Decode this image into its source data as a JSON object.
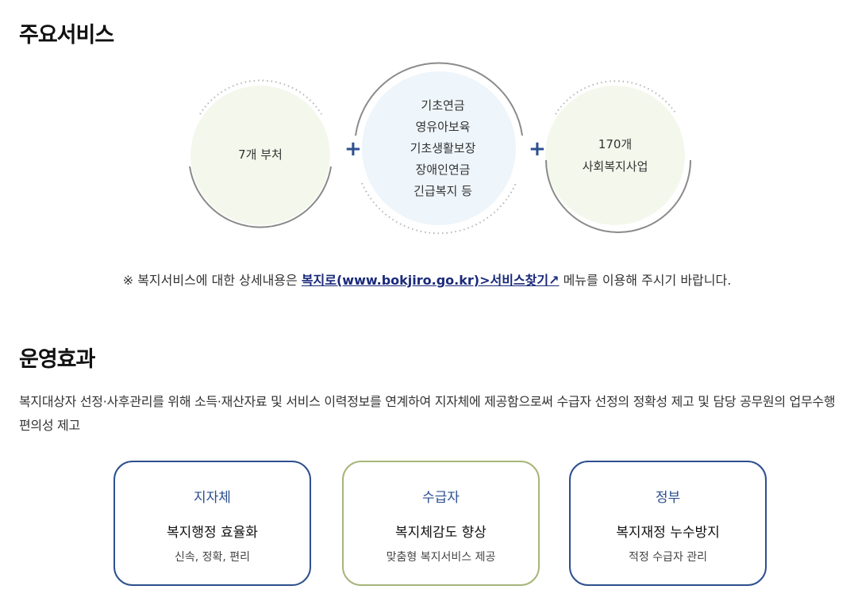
{
  "sections": {
    "services_title": "주요서비스",
    "effects_title": "운영효과"
  },
  "diagram": {
    "left_circle": {
      "line1": "7개 부처"
    },
    "middle_circle": {
      "items": [
        "기초연금",
        "영유아보육",
        "기초생활보장",
        "장애인연금",
        "긴급복지 등"
      ]
    },
    "right_circle": {
      "line1": "170개",
      "line2": "사회복지사업"
    },
    "plus_symbol": "+"
  },
  "notice": {
    "prefix": "※ 복지서비스에 대한 상세내용은 ",
    "link_text": "복지로(www.bokjiro.go.kr)>서비스찾기",
    "link_arrow": "↗",
    "suffix": " 메뉴를 이용해 주시기 바랍니다."
  },
  "effects": {
    "description": "복지대상자 선정·사후관리를 위해 소득·재산자료 및 서비스 이력정보를 연계하여 지자체에 제공함으로써 수급자 선정의 정확성 제고 및 담당 공무원의 업무수행 편의성 제고",
    "cards": [
      {
        "heading": "지자체",
        "title": "복지행정 효율화",
        "sub": "신속, 정확, 편리"
      },
      {
        "heading": "수급자",
        "title": "복지체감도 향상",
        "sub": "맞춤형 복지서비스 제공"
      },
      {
        "heading": "정부",
        "title": "복지재정 누수방지",
        "sub": "적정 수급자 관리"
      }
    ]
  },
  "colors": {
    "accent_blue": "#2d4f8f",
    "accent_green": "#a6b57a",
    "link": "#1a2a7a",
    "circle_green_fill": "#f4f8ec",
    "circle_blue_fill": "#eef5fb"
  }
}
